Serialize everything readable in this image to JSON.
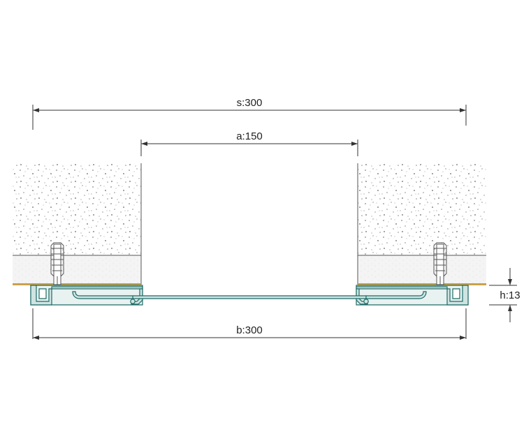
{
  "dimensions": {
    "s": "s:300",
    "a": "a:150",
    "b": "b:300",
    "h": "h:13"
  },
  "colors": {
    "profile_fill": "#cfe4e2",
    "profile_stroke": "#1f6b66",
    "concrete_dots": "#8a8a8a",
    "screed": "#f1f1f1",
    "finish_layer": "#c9a24a",
    "dimension": "#333333"
  }
}
